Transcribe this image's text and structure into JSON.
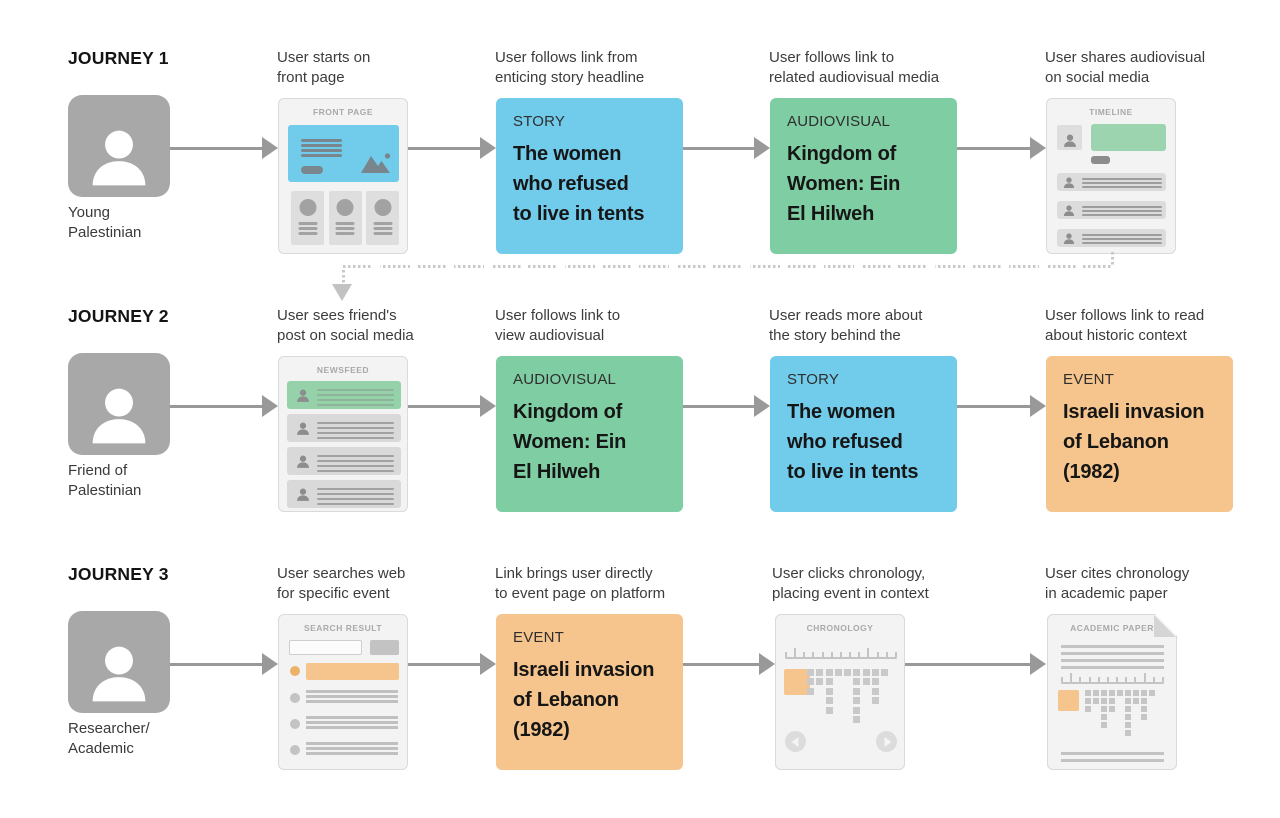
{
  "colors": {
    "story_blue": "#71CBEB",
    "audiovisual_green": "#7FCDA3",
    "event_orange": "#F6C58D",
    "timeline_green": "#9BD4AE",
    "feed_green": "#95D2AA",
    "search_highlight_orange": "#F6C58D",
    "search_bullet_orange": "#EDB167",
    "arrow_gray": "#999999",
    "dashed_connector_gray": "#C9C9C9"
  },
  "cards": {
    "story": {
      "tag": "STORY",
      "title_lines": [
        "The women",
        "who refused",
        "to live in tents"
      ]
    },
    "audiovisual": {
      "tag": "AUDIOVISUAL",
      "title_lines": [
        "Kingdom of",
        "Women: Ein",
        "El Hilweh"
      ]
    },
    "event": {
      "tag": "EVENT",
      "title_lines": [
        "Israeli invasion",
        "of Lebanon",
        "(1982)"
      ]
    }
  },
  "mockups": {
    "front_page": {
      "header": "FRONT PAGE"
    },
    "timeline": {
      "header": "TIMELINE"
    },
    "newsfeed": {
      "header": "NEWSFEED"
    },
    "search_result": {
      "header": "SEARCH RESULT"
    },
    "chronology": {
      "header": "CHRONOLOGY",
      "column_heights": [
        3,
        2,
        5,
        1,
        1,
        6,
        2,
        4,
        1
      ]
    },
    "academic_paper": {
      "header": "ACADEMIC PAPER",
      "column_heights": [
        3,
        2,
        5,
        3,
        1,
        6,
        2,
        4,
        1
      ]
    }
  },
  "journeys": [
    {
      "title": "JOURNEY 1",
      "persona": [
        "Young",
        "Palestinian"
      ],
      "captions": [
        [
          "User starts on",
          "front page"
        ],
        [
          "User follows link from",
          "enticing story headline"
        ],
        [
          "User follows link to",
          "related audiovisual media"
        ],
        [
          "User shares audiovisual",
          "on social media"
        ]
      ]
    },
    {
      "title": "JOURNEY 2",
      "persona": [
        "Friend of",
        "Palestinian"
      ],
      "captions": [
        [
          "User sees friend's",
          "post on social media"
        ],
        [
          "User follows link to",
          "view audiovisual"
        ],
        [
          "User reads more about",
          "the story behind the"
        ],
        [
          "User follows link to read",
          "about historic context"
        ]
      ]
    },
    {
      "title": "JOURNEY 3",
      "persona": [
        "Researcher/",
        "Academic"
      ],
      "captions": [
        [
          "User searches web",
          "for specific event"
        ],
        [
          "Link brings user directly",
          "to event page on platform"
        ],
        [
          "User clicks chronology,",
          "placing event in context"
        ],
        [
          "User cites chronology",
          "in academic paper"
        ]
      ]
    }
  ]
}
